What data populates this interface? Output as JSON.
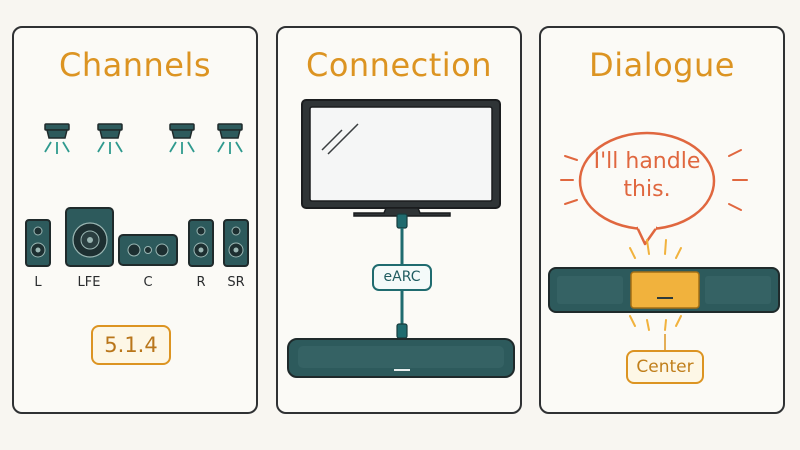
{
  "panels": [
    {
      "title": "Channels",
      "speaker_labels": [
        "L",
        "LFE",
        "C",
        "R",
        "SR"
      ],
      "config_badge": "5.1.4"
    },
    {
      "title": "Connection",
      "cable_tag": "eARC"
    },
    {
      "title": "Dialogue",
      "speech_bubble": "I'll handle this.",
      "center_tag": "Center"
    }
  ],
  "colors": {
    "accent_orange": "#dc9422",
    "speech_orange": "#e0673f",
    "speaker_teal": "#2d5a5c",
    "cable_teal": "#1f6b6f",
    "center_highlight": "#f1b23d"
  }
}
